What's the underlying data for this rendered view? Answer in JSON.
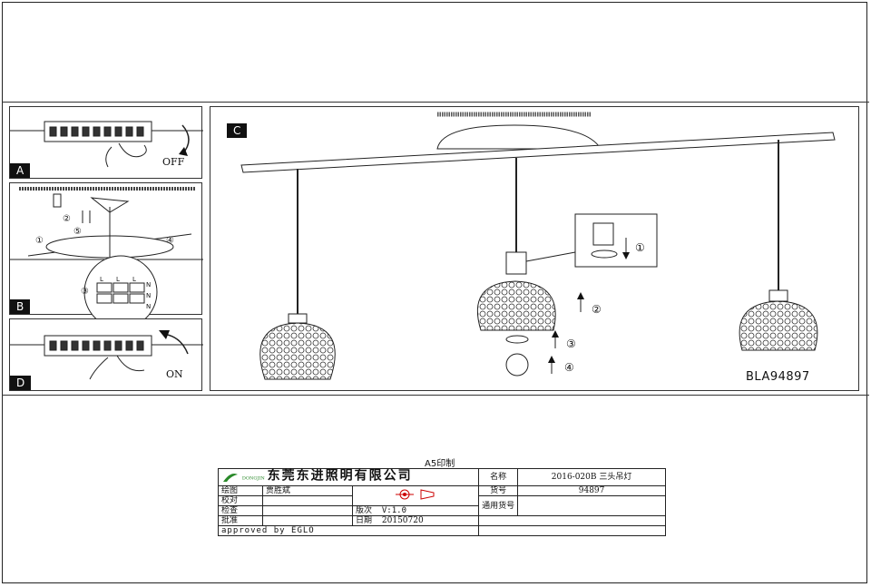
{
  "panels": {
    "A": {
      "tag": "A",
      "label": "OFF"
    },
    "B": {
      "tag": "B",
      "circled": [
        "①",
        "②",
        "⑤",
        "④",
        "③"
      ],
      "terminal_labels": [
        "L",
        "N",
        "L",
        "N",
        "L",
        "N"
      ]
    },
    "C": {
      "tag": "C",
      "steps": [
        "①",
        "②",
        "③",
        "④"
      ],
      "model": "BLA94897"
    },
    "D": {
      "tag": "D",
      "label": "ON"
    }
  },
  "print_note": "A5印制",
  "title_block": {
    "company": "东莞东进照明有限公司",
    "logo_text": "DONGJIN",
    "rows": [
      {
        "label": "绘图",
        "value": "贾胜斌"
      },
      {
        "label": "校对",
        "value": ""
      },
      {
        "label": "检查",
        "value": ""
      },
      {
        "label": "批准",
        "value": ""
      }
    ],
    "name_label": "名称",
    "name_value": "2016-020B 三头吊灯",
    "goods_label": "货号",
    "goods_value": "94897",
    "general_label": "通用货号",
    "general_value": "",
    "version_label": "版次",
    "version_value": "V:1.0",
    "date_label": "日期",
    "date_value": "20150720",
    "approved": "approved by EGLO"
  }
}
